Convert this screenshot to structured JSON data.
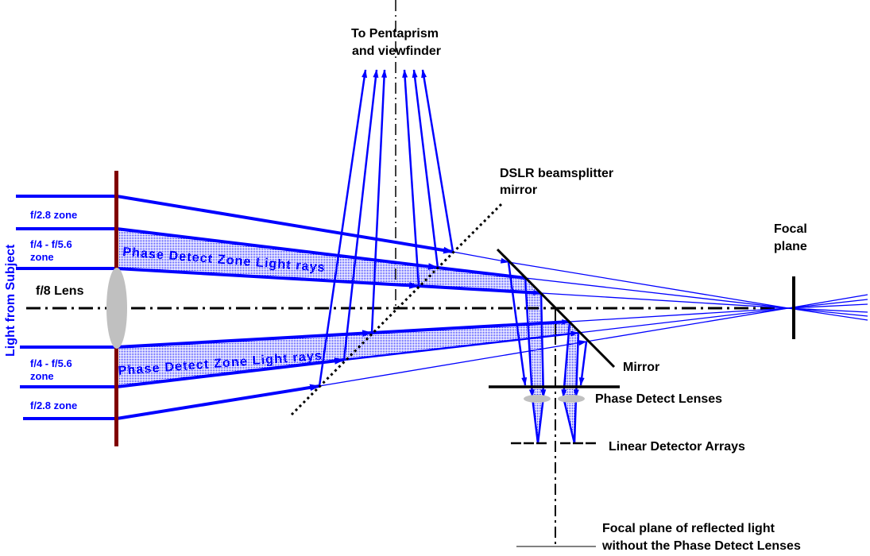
{
  "diagram": {
    "title": "DSLR phase detect autofocus optical path",
    "labels": {
      "light_from_subject": "Light from Subject",
      "f28_zone_top": "f/2.8 zone",
      "f4_f56_top_line1": "f/4 - f/5.6",
      "f4_f56_top_line2": "zone",
      "f8_lens": "f/8 Lens",
      "f4_f56_bottom_line1": "f/4 - f/5.6",
      "f4_f56_bottom_line2": "zone",
      "f28_zone_bottom": "f/2.8 zone",
      "phase_detect_rays_upper": "Phase Detect Zone Light rays",
      "phase_detect_rays_lower": "Phase Detect Zone Light rays",
      "pentaprism_line1": "To Pentaprism",
      "pentaprism_line2": "and viewfinder",
      "beamsplitter_line1": "DSLR beamsplitter",
      "beamsplitter_line2": "mirror",
      "focal_plane_line1": "Focal",
      "focal_plane_line2": "plane",
      "mirror": "Mirror",
      "phase_detect_lenses": "Phase Detect Lenses",
      "linear_detector_arrays": "Linear Detector Arrays",
      "reflected_focal_line1": "Focal plane of reflected light",
      "reflected_focal_line2": "without the Phase Detect Lenses"
    },
    "colors": {
      "ray": "#0000ff",
      "lens_plane": "#800000",
      "lens": "#c0c0c0",
      "annotation": "#000000"
    }
  }
}
